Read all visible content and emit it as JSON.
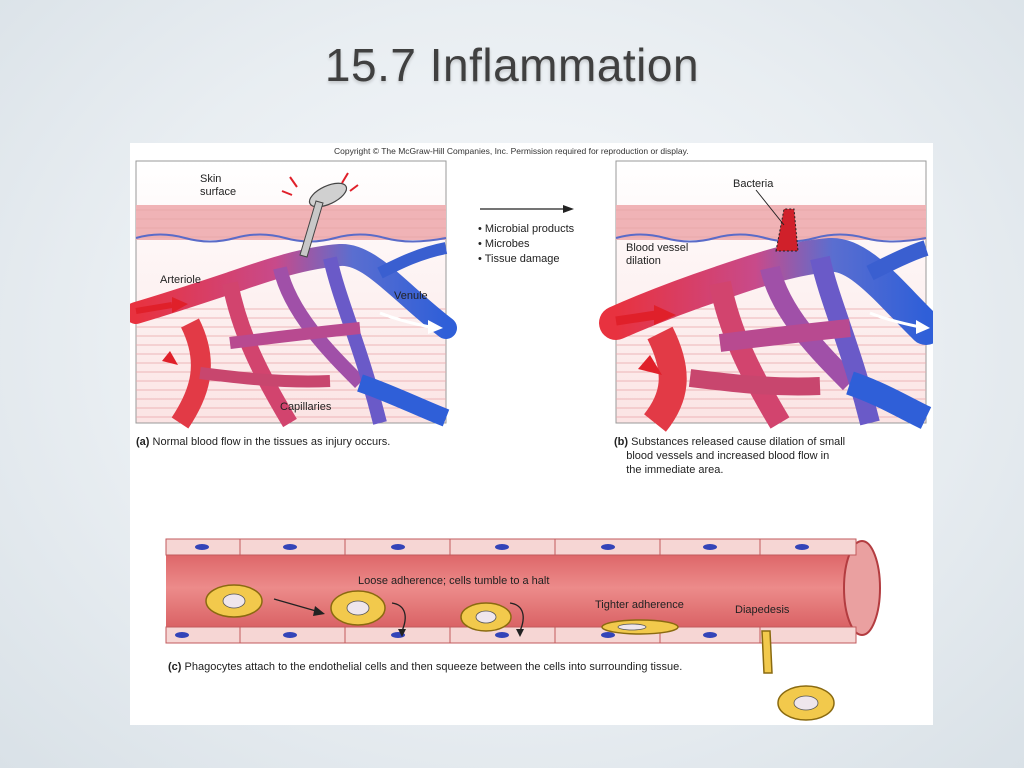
{
  "slide": {
    "title": "15.7 Inflammation"
  },
  "figure": {
    "copyright": "Copyright © The McGraw-Hill Companies, Inc. Permission required for reproduction or display.",
    "panel_a": {
      "labels": {
        "skin_surface": "Skin\nsurface",
        "arteriole": "Arteriole",
        "venule": "Venule",
        "capillaries": "Capillaries"
      },
      "caption_tag": "(a)",
      "caption": "Normal blood flow in the tissues as injury occurs."
    },
    "middle": {
      "bullets": [
        "• Microbial products",
        "• Microbes",
        "• Tissue damage"
      ]
    },
    "panel_b": {
      "labels": {
        "bacteria": "Bacteria",
        "blood_vessel_dilation": "Blood vessel\ndilation"
      },
      "caption_tag": "(b)",
      "caption": "Substances released cause dilation of small\n    blood vessels and increased blood flow in\n    the immediate area."
    },
    "panel_c": {
      "labels": {
        "loose_adherence": "Loose adherence; cells tumble to a halt",
        "tighter_adherence": "Tighter adherence",
        "diapedesis": "Diapedesis"
      },
      "caption_tag": "(c)",
      "caption": "Phagocytes attach to the endothelial cells and then squeeze between the cells into surrounding tissue."
    }
  }
}
